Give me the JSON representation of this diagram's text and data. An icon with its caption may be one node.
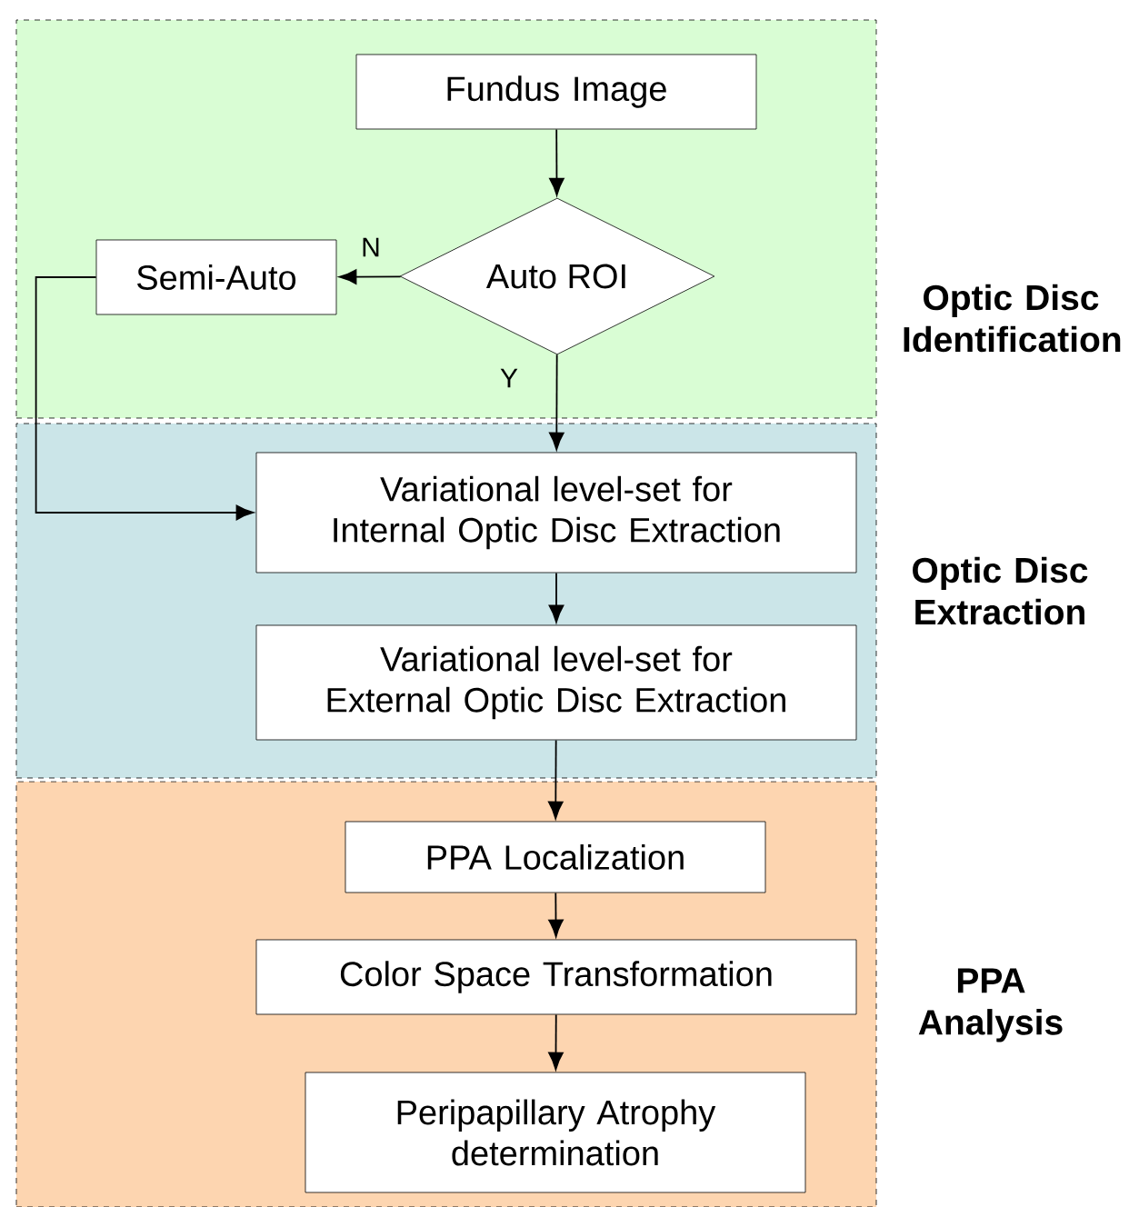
{
  "diagram": {
    "nodes": [
      {
        "text": [
          "Optic Disc Identification"
        ]
      },
      {
        "text": [
          "Fundus Image"
        ],
        "in": 0
      },
      {
        "text": [
          "Auto ROI"
        ],
        "in": 0
      },
      {
        "text": [
          "Semi-Auto"
        ],
        "in": 0
      },
      {
        "text": [
          "Optic Disc Extraction"
        ]
      },
      {
        "text": [
          "Variational level-set for Internal Optic Disc Extraction"
        ],
        "in": 4
      },
      {
        "text": [
          "Variational level-set for External Optic Disc Extraction"
        ],
        "in": 4
      },
      {
        "text": [
          "PPA Analysis"
        ]
      },
      {
        "text": [
          "PPA Localization"
        ],
        "in": 7
      },
      {
        "text": [
          "Color Space Transformation"
        ],
        "in": 7
      },
      {
        "text": [
          "Peripapillary Atrophy determination"
        ],
        "in": 7
      }
    ],
    "edges": [
      {
        "from": 1,
        "to": 2,
        "arrow": "to"
      },
      {
        "from": 2,
        "to": 3,
        "arrow": "to",
        "label": "N"
      },
      {
        "from": 2,
        "to": 5,
        "arrow": "to",
        "label": "Y"
      },
      {
        "from": 3,
        "to": 5,
        "arrow": "to"
      },
      {
        "from": 5,
        "to": 6,
        "arrow": "to"
      },
      {
        "from": 6,
        "to": 8,
        "arrow": "to"
      },
      {
        "from": 8,
        "to": 9,
        "arrow": "to"
      },
      {
        "from": 9,
        "to": 10,
        "arrow": "to"
      }
    ]
  }
}
